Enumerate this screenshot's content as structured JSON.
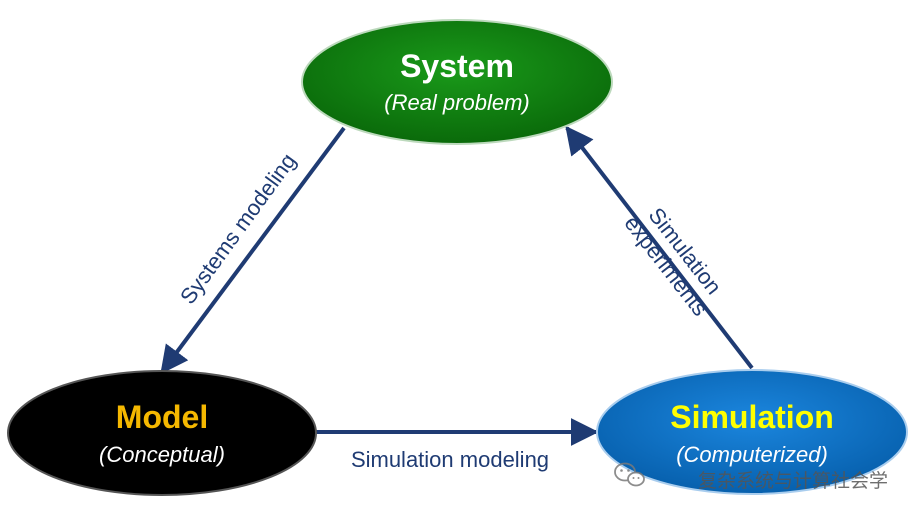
{
  "nodes": {
    "system": {
      "title": "System",
      "subtitle": "(Real problem)",
      "fill": "#0d7d0d",
      "title_color": "#ffffff",
      "subtitle_color": "#ffffff"
    },
    "model": {
      "title": "Model",
      "subtitle": "(Conceptual)",
      "fill": "#000000",
      "title_color": "#f5b800",
      "subtitle_color": "#ffffff"
    },
    "simulation": {
      "title": "Simulation",
      "subtitle": "(Computerized)",
      "fill": "#0a6fc4",
      "title_color": "#ffff00",
      "subtitle_color": "#ffffff"
    }
  },
  "edges": {
    "systems_modeling": {
      "label": "Systems modeling"
    },
    "simulation_modeling": {
      "label": "Simulation modeling"
    },
    "simulation_experiments": {
      "line1": "Simulation",
      "line2": "experiments"
    }
  },
  "colors": {
    "arrow": "#1f3b73",
    "label": "#1f3b73"
  },
  "watermark": {
    "text": "复杂系统与计算社会学",
    "icon": "wechat-icon"
  }
}
